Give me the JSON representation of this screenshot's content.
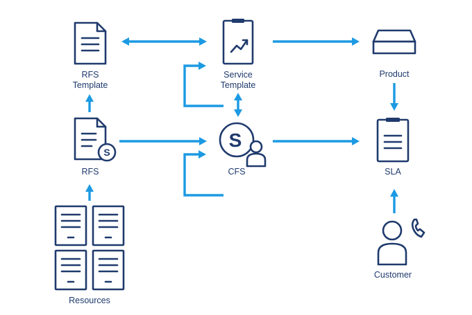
{
  "nodes": {
    "rfs_template": "RFS\nTemplate",
    "service_template": "Service\nTemplate",
    "product": "Product",
    "rfs": "RFS",
    "cfs": "CFS",
    "sla": "SLA",
    "resources": "Resources",
    "customer": "Customer"
  },
  "badges": {
    "rfs_badge": "S",
    "cfs_badge": "S"
  },
  "colors": {
    "icon": "#1f3a6d",
    "arrow": "#1c9ae3",
    "background": "#ffffff"
  },
  "icons": {
    "rfs_template": "document-icon",
    "service_template": "clipboard-chart-icon",
    "product": "box-icon",
    "rfs": "document-badge-icon",
    "cfs": "service-user-icon",
    "sla": "clipboard-icon",
    "resources": "server-rack-icon",
    "customer": "customer-phone-icon"
  }
}
